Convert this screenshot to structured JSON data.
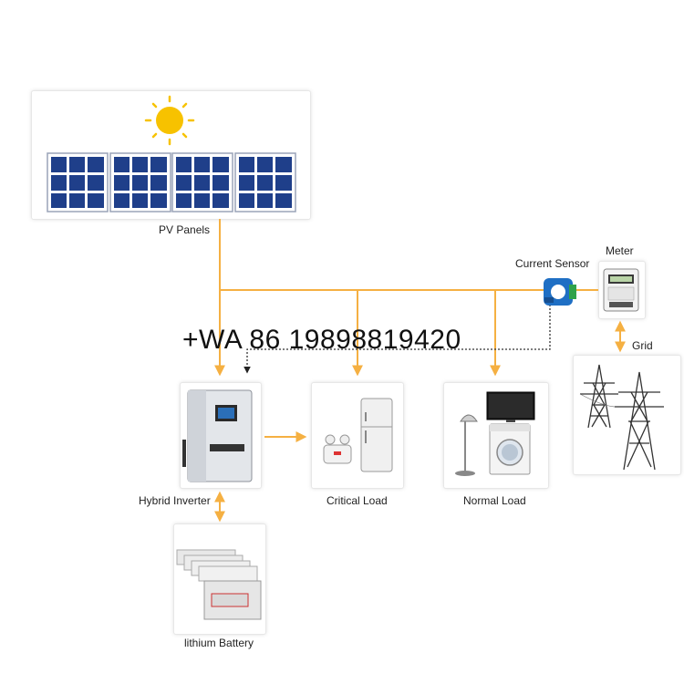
{
  "labels": {
    "pv_panels": "PV Panels",
    "current_sensor": "Current Sensor",
    "meter": "Meter",
    "grid": "Grid",
    "hybrid_inverter": "Hybrid Inverter",
    "critical_load": "Critical Load",
    "normal_load": "Normal Load",
    "battery": "lithium Battery"
  },
  "watermark": "+WA 86  19898819420",
  "colors": {
    "power_line": "#f5b042",
    "signal_line": "#333333",
    "sun": "#f7c200",
    "panel": "#1f3f8a",
    "sensor": "#1f6fc4"
  }
}
